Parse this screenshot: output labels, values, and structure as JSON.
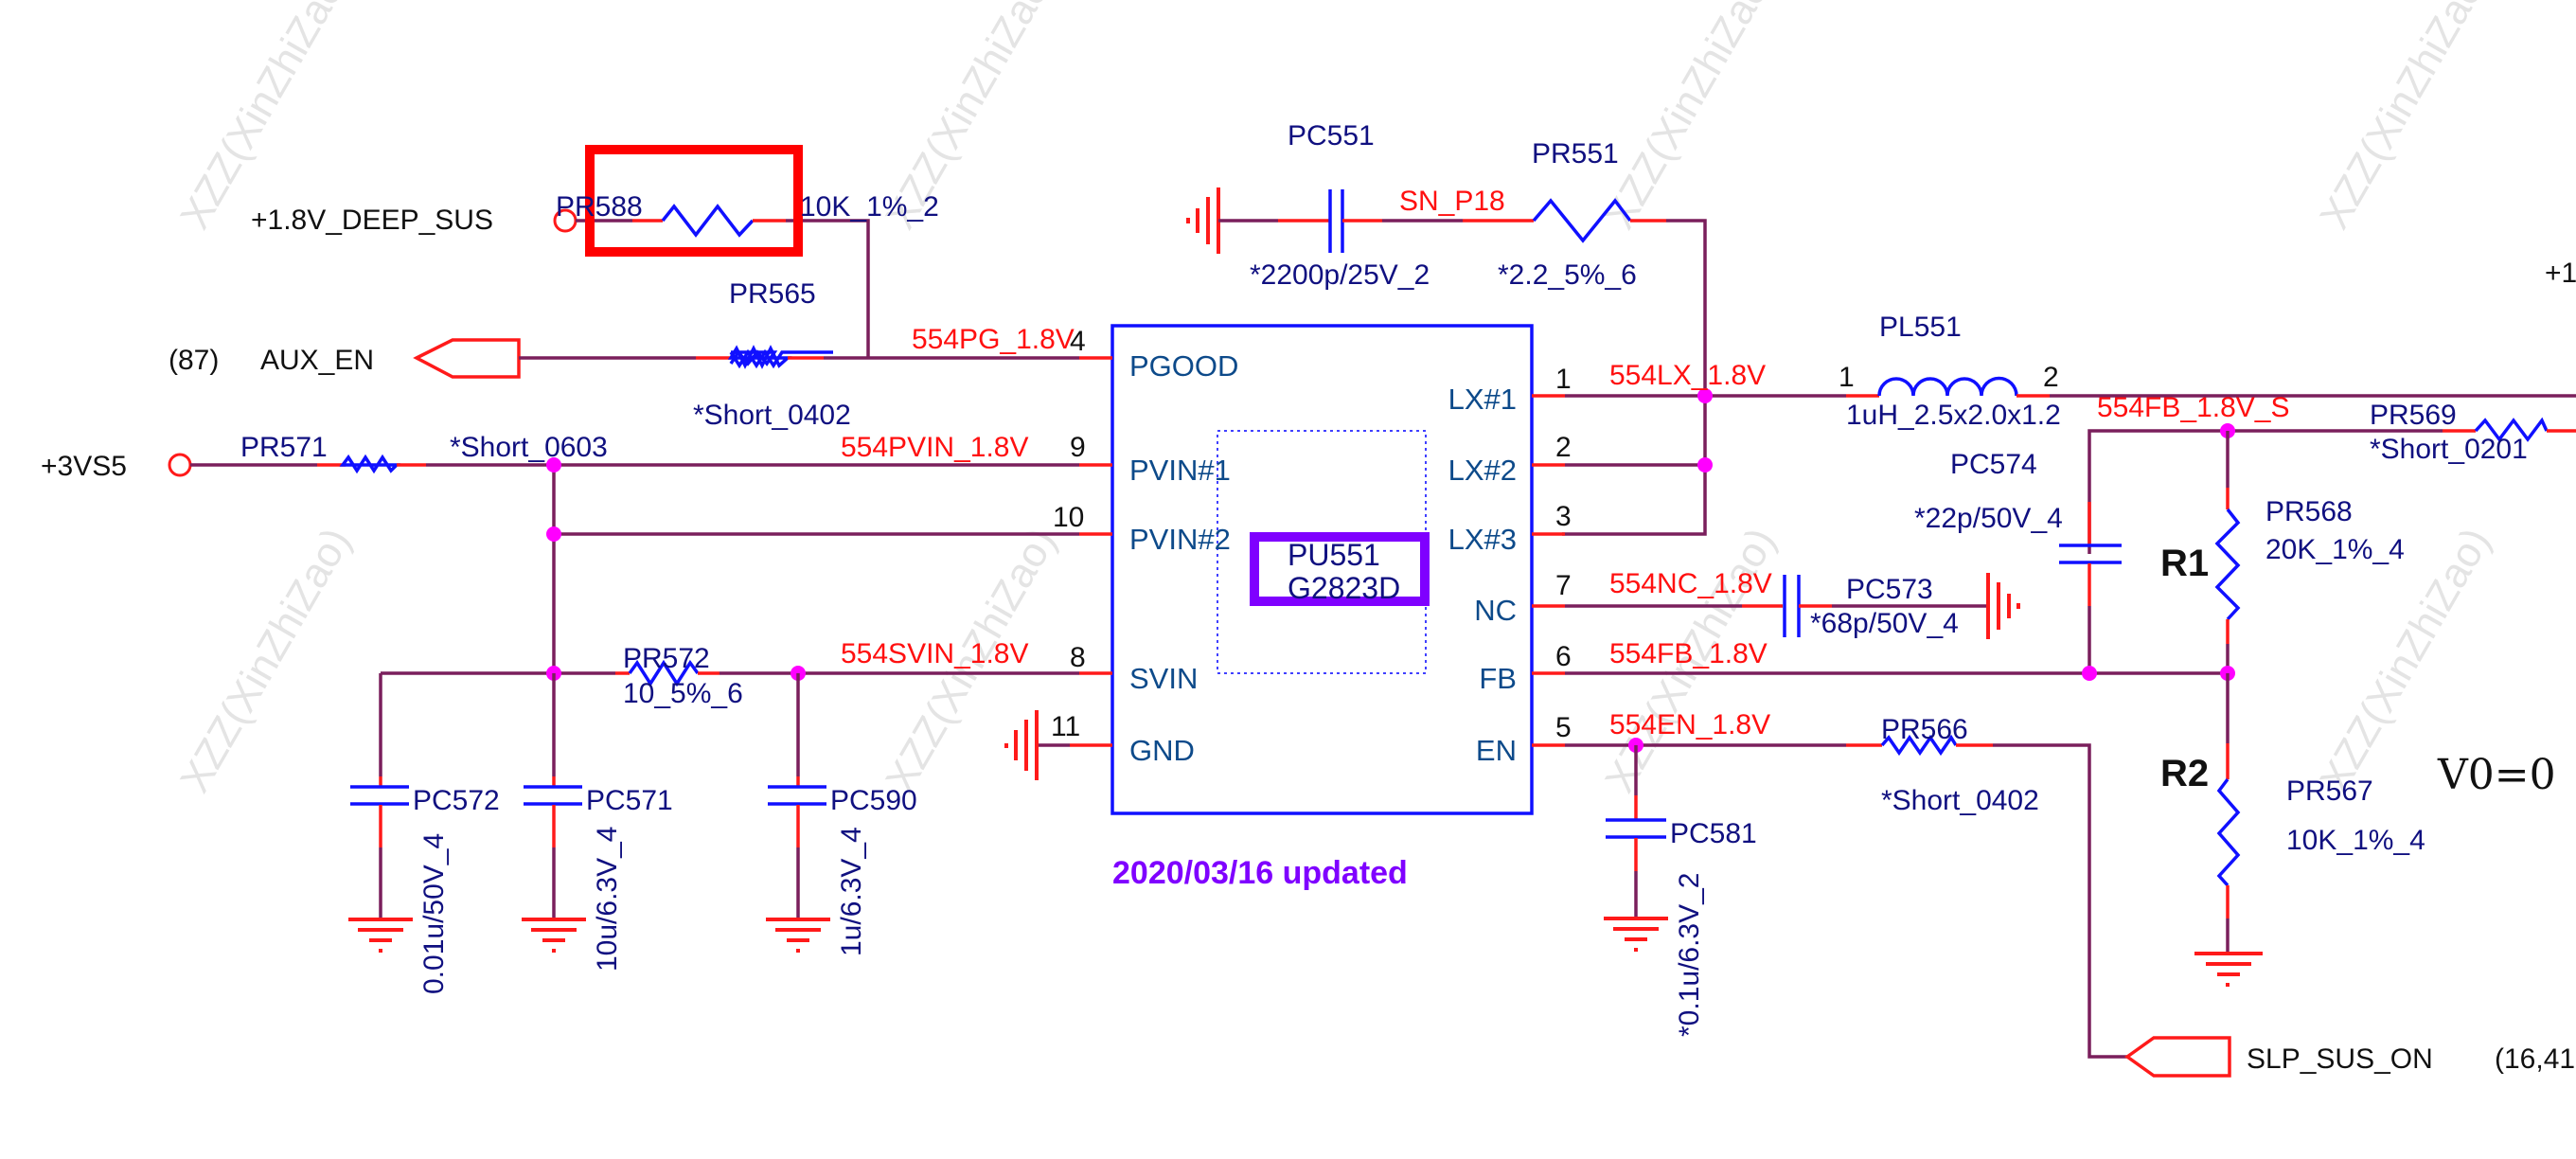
{
  "title_note": "2020/03/16 updated",
  "watermark": "XZZ(XinZhiZao)",
  "colors": {
    "wire": "#7a1f5c",
    "pin_wire": "#ff1a1a",
    "component": "#1010ff",
    "junction": "#ff00ff",
    "net_label": "#ff1010",
    "ref_label": "#101080",
    "highlight_red": "#ff0000",
    "highlight_purple": "#7f00ff"
  },
  "ic": {
    "ref": "PU551",
    "part": "G2823D",
    "left_pins": [
      {
        "name": "PGOOD",
        "number": "4",
        "net": "554PG_1.8V"
      },
      {
        "name": "PVIN#1",
        "number": "9",
        "net": "554PVIN_1.8V"
      },
      {
        "name": "PVIN#2",
        "number": "10",
        "net": ""
      },
      {
        "name": "SVIN",
        "number": "8",
        "net": "554SVIN_1.8V"
      },
      {
        "name": "GND",
        "number": "11",
        "net": ""
      }
    ],
    "right_pins": [
      {
        "name": "LX#1",
        "number": "1",
        "net": "554LX_1.8V"
      },
      {
        "name": "LX#2",
        "number": "2",
        "net": ""
      },
      {
        "name": "LX#3",
        "number": "3",
        "net": ""
      },
      {
        "name": "NC",
        "number": "7",
        "net": "554NC_1.8V"
      },
      {
        "name": "FB",
        "number": "6",
        "net": "554FB_1.8V"
      },
      {
        "name": "EN",
        "number": "5",
        "net": "554EN_1.8V"
      }
    ]
  },
  "power_ports": {
    "deep_sus": "+1.8V_DEEP_SUS",
    "vs5": "+3VS5",
    "right_cut": "+1"
  },
  "off_page": {
    "aux_en": {
      "name": "AUX_EN",
      "ref": "(87)"
    },
    "slp_sus_on": {
      "name": "SLP_SUS_ON",
      "ref": "(16,41"
    }
  },
  "components": {
    "PR588": {
      "ref": "PR588",
      "value": "10K_1%_2"
    },
    "PR565": {
      "ref": "PR565",
      "value": "*Short_0402"
    },
    "PR571": {
      "ref": "PR571",
      "value": "*Short_0603"
    },
    "PR572": {
      "ref": "PR572",
      "value": "10_5%_6"
    },
    "PC572": {
      "ref": "PC572",
      "value": "0.01u/50V_4"
    },
    "PC571": {
      "ref": "PC571",
      "value": "10u/6.3V_4"
    },
    "PC590": {
      "ref": "PC590",
      "value": "1u/6.3V_4"
    },
    "PC551": {
      "ref": "PC551",
      "value": "*2200p/25V_2"
    },
    "PR551": {
      "ref": "PR551",
      "value": "*2.2_5%_6"
    },
    "PL551": {
      "ref": "PL551",
      "value": "1uH_2.5x2.0x1.2",
      "pin1": "1",
      "pin2": "2"
    },
    "PC574": {
      "ref": "PC574",
      "value": "*22p/50V_4"
    },
    "PR569": {
      "ref": "PR569",
      "value": "*Short_0201"
    },
    "PR568": {
      "ref": "PR568",
      "value": "20K_1%_4"
    },
    "PR567": {
      "ref": "PR567",
      "value": "10K_1%_4"
    },
    "PC573": {
      "ref": "PC573",
      "value": "*68p/50V_4"
    },
    "PR566": {
      "ref": "PR566",
      "value": "*Short_0402"
    },
    "PC581": {
      "ref": "PC581",
      "value": "*0.1u/6.3V_2"
    }
  },
  "nets": {
    "sn": "SN_P18",
    "fb_s": "554FB_1.8V_S"
  },
  "annotations": {
    "r1": "R1",
    "r2": "R2",
    "vo": "V0=0"
  }
}
